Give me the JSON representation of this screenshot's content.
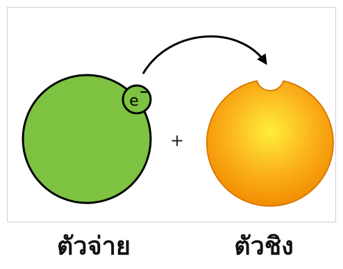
{
  "diagram": {
    "electron_label": "e",
    "electron_charge": "−",
    "plus_sign": "+",
    "donor_label": "ตัวจ่าย",
    "acceptor_label": "ตัวชิง",
    "colors": {
      "donor_fill": "#7dc241",
      "acceptor_center": "#ffee3a",
      "acceptor_edge": "#f18a00",
      "outline": "#000000",
      "arrow": "#000000"
    },
    "icons": {
      "donor": "green-circle",
      "electron": "electron-circle",
      "acceptor": "orange-circle-with-notch",
      "arrow": "curved-arrow"
    }
  }
}
